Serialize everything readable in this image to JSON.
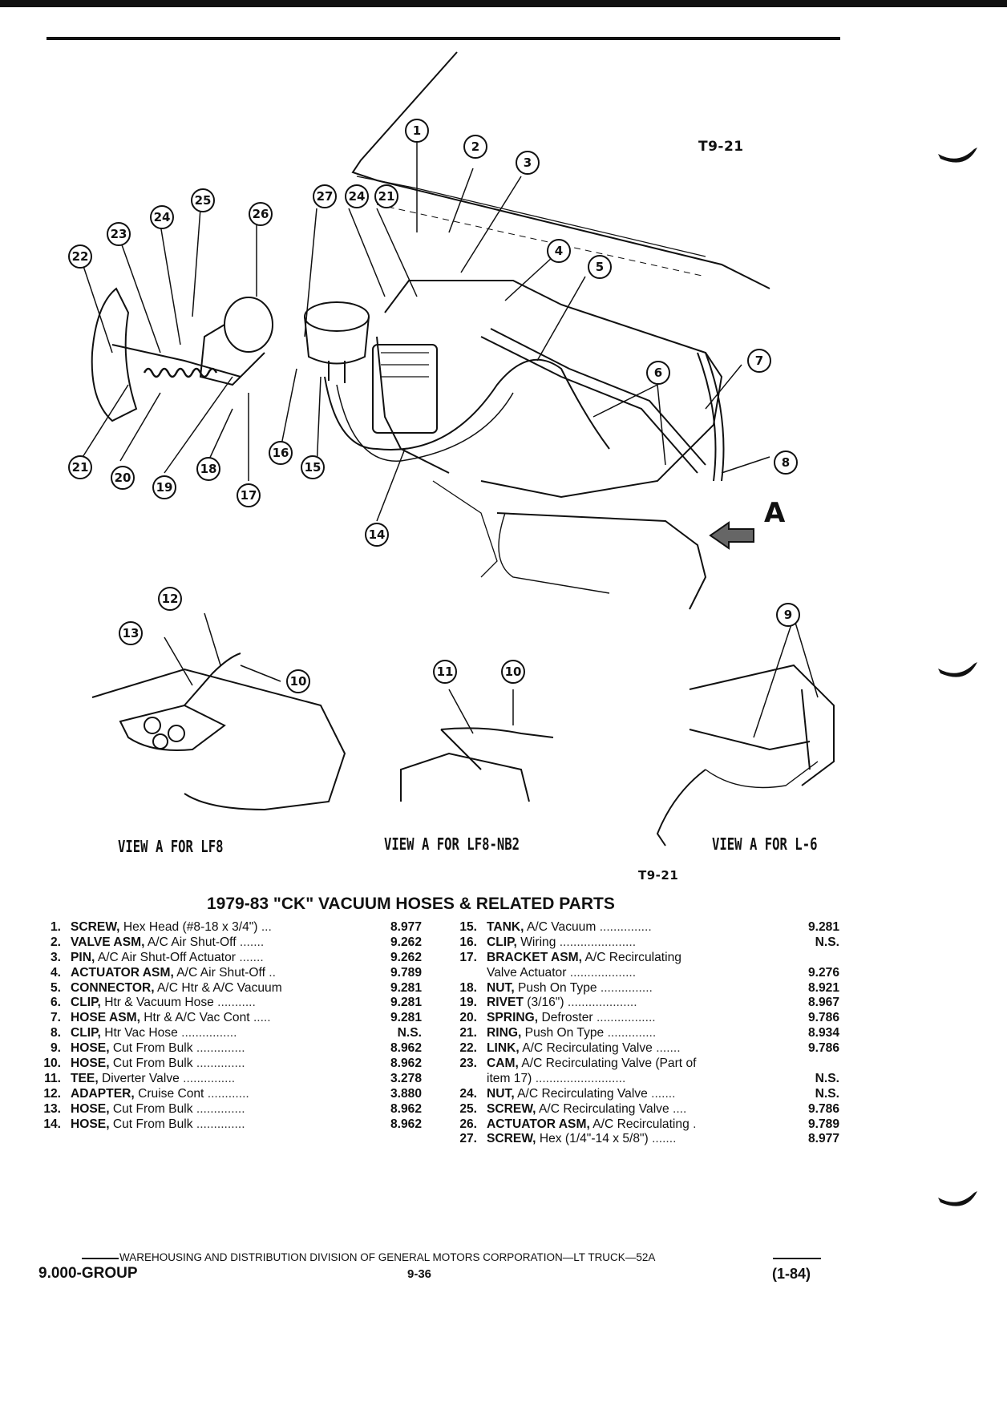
{
  "figure_code_top": "T9-21",
  "figure_code_bottom": "T9-21",
  "view_a_label": "A",
  "callouts": [
    "1",
    "2",
    "3",
    "4",
    "5",
    "6",
    "7",
    "8",
    "9",
    "10",
    "11",
    "12",
    "13",
    "14",
    "15",
    "16",
    "17",
    "18",
    "19",
    "20",
    "21",
    "22",
    "23",
    "24",
    "25",
    "26",
    "27"
  ],
  "views": {
    "lf8": "VIEW A FOR LF8",
    "lf8_nb2": "VIEW A FOR LF8-NB2",
    "l6": "VIEW A FOR L-6"
  },
  "title": "1979-83 \"CK\" VACUUM HOSES & RELATED PARTS",
  "parts_left": [
    {
      "num": "1.",
      "name": "SCREW,",
      "detail": "Hex Head (#8-18 x 3/4\")",
      "dots": "...",
      "group": "8.977"
    },
    {
      "num": "2.",
      "name": "VALVE ASM,",
      "detail": "A/C Air Shut-Off",
      "dots": ".......",
      "group": "9.262"
    },
    {
      "num": "3.",
      "name": "PIN,",
      "detail": "A/C Air Shut-Off Actuator",
      "dots": ".......",
      "group": "9.262"
    },
    {
      "num": "4.",
      "name": "ACTUATOR ASM,",
      "detail": "A/C Air Shut-Off",
      "dots": "..",
      "group": "9.789"
    },
    {
      "num": "5.",
      "name": "CONNECTOR,",
      "detail": "A/C Htr & A/C Vacuum",
      "dots": "",
      "group": "9.281"
    },
    {
      "num": "6.",
      "name": "CLIP,",
      "detail": "Htr & Vacuum Hose",
      "dots": "...........",
      "group": "9.281"
    },
    {
      "num": "7.",
      "name": "HOSE ASM,",
      "detail": "Htr & A/C Vac Cont",
      "dots": ".....",
      "group": "9.281"
    },
    {
      "num": "8.",
      "name": "CLIP,",
      "detail": "Htr Vac Hose",
      "dots": "................",
      "group": "N.S."
    },
    {
      "num": "9.",
      "name": "HOSE,",
      "detail": "Cut From Bulk",
      "dots": "..............",
      "group": "8.962"
    },
    {
      "num": "10.",
      "name": "HOSE,",
      "detail": "Cut From Bulk",
      "dots": "..............",
      "group": "8.962"
    },
    {
      "num": "11.",
      "name": "TEE,",
      "detail": "Diverter Valve",
      "dots": "...............",
      "group": "3.278"
    },
    {
      "num": "12.",
      "name": "ADAPTER,",
      "detail": "Cruise Cont",
      "dots": "............",
      "group": "3.880"
    },
    {
      "num": "13.",
      "name": "HOSE,",
      "detail": "Cut From Bulk",
      "dots": "..............",
      "group": "8.962"
    },
    {
      "num": "14.",
      "name": "HOSE,",
      "detail": "Cut From Bulk",
      "dots": "..............",
      "group": "8.962"
    }
  ],
  "parts_right": [
    {
      "num": "15.",
      "name": "TANK,",
      "detail": "A/C Vacuum",
      "dots": "...............",
      "group": "9.281"
    },
    {
      "num": "16.",
      "name": "CLIP,",
      "detail": "Wiring",
      "dots": "......................",
      "group": "N.S."
    },
    {
      "num": "17.",
      "name": "BRACKET ASM,",
      "detail": "A/C Recirculating",
      "dots": "",
      "group": ""
    },
    {
      "num": "",
      "name": "",
      "detail": "Valve Actuator",
      "dots": "...................",
      "group": "9.276"
    },
    {
      "num": "18.",
      "name": "NUT,",
      "detail": "Push On Type",
      "dots": "...............",
      "group": "8.921"
    },
    {
      "num": "19.",
      "name": "RIVET",
      "detail": "(3/16\")",
      "dots": "....................",
      "group": "8.967"
    },
    {
      "num": "20.",
      "name": "SPRING,",
      "detail": "Defroster",
      "dots": ".................",
      "group": "9.786"
    },
    {
      "num": "21.",
      "name": "RING,",
      "detail": "Push On Type",
      "dots": "..............",
      "group": "8.934"
    },
    {
      "num": "22.",
      "name": "LINK,",
      "detail": "A/C Recirculating Valve",
      "dots": ".......",
      "group": "9.786"
    },
    {
      "num": "23.",
      "name": "CAM,",
      "detail": "A/C Recirculating Valve (Part of",
      "dots": "",
      "group": ""
    },
    {
      "num": "",
      "name": "",
      "detail": "item 17)",
      "dots": "..........................",
      "group": "N.S."
    },
    {
      "num": "24.",
      "name": "NUT,",
      "detail": "A/C Recirculating Valve",
      "dots": ".......",
      "group": "N.S."
    },
    {
      "num": "25.",
      "name": "SCREW,",
      "detail": "A/C Recirculating Valve",
      "dots": "....",
      "group": "9.786"
    },
    {
      "num": "26.",
      "name": "ACTUATOR ASM,",
      "detail": "A/C Recirculating",
      "dots": ".",
      "group": "9.789"
    },
    {
      "num": "27.",
      "name": "SCREW,",
      "detail": "Hex (1/4\"-14 x 5/8\")",
      "dots": ".......",
      "group": "8.977"
    }
  ],
  "footer": {
    "division": "WAREHOUSING AND DISTRIBUTION DIVISION OF GENERAL MOTORS CORPORATION—LT TRUCK—52A",
    "group": "9.000-GROUP",
    "page": "9-36",
    "date": "(1-84)"
  }
}
